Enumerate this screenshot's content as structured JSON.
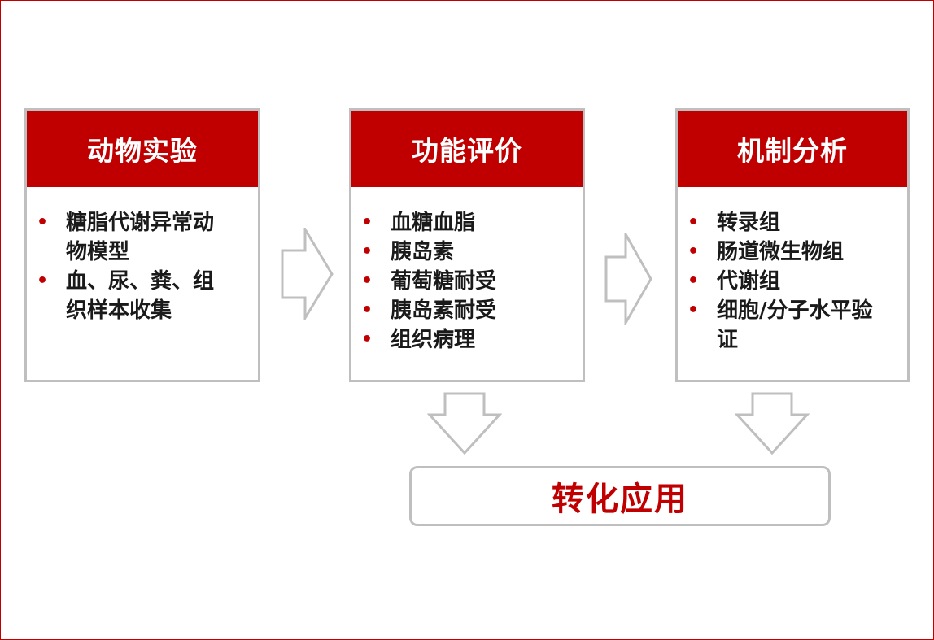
{
  "stages": [
    {
      "title": "动物实验",
      "items": [
        "糖脂代谢异常动物模型",
        "血、尿、粪、组织样本收集"
      ]
    },
    {
      "title": "功能评价",
      "items": [
        "血糖血脂",
        "胰岛素",
        "葡萄糖耐受",
        "胰岛素耐受",
        "组织病理"
      ]
    },
    {
      "title": "机制分析",
      "items": [
        "转录组",
        "肠道微生物组",
        "代谢组",
        "细胞/分子水平验证"
      ]
    }
  ],
  "outcome": {
    "label": "转化应用"
  },
  "colors": {
    "accent": "#c00000",
    "border": "#bfbfbf"
  }
}
